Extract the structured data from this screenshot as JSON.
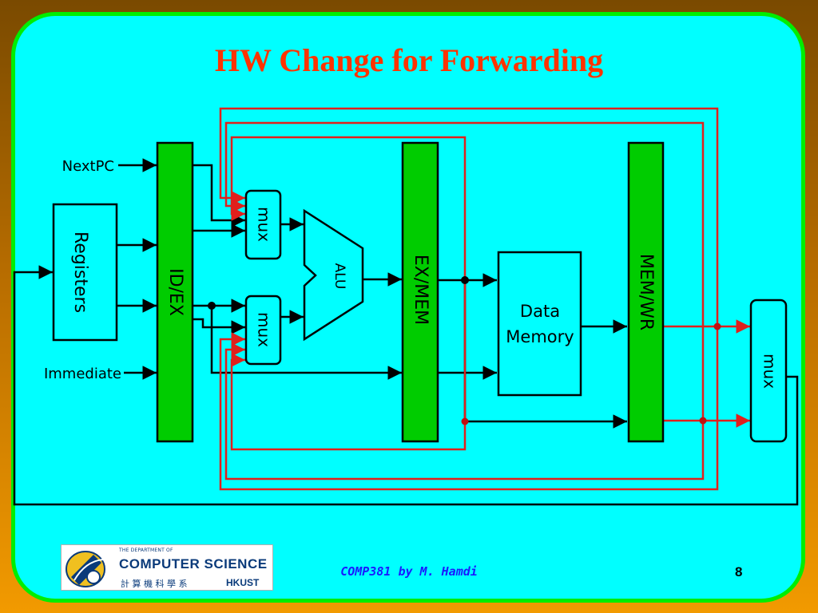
{
  "slide": {
    "title": "HW Change for Forwarding",
    "footer": "COMP381 by M. Hamdi",
    "page_number": "8"
  },
  "diagram": {
    "registers": "Registers",
    "id_ex": "ID/EX",
    "ex_mem": "EX/MEM",
    "mem_wr": "MEM/WR",
    "mux_a": "mux",
    "mux_b": "mux",
    "mux_wb": "mux",
    "alu": "ALU",
    "data_memory_line1": "Data",
    "data_memory_line2": "Memory",
    "nextpc": "NextPC",
    "immediate": "Immediate"
  },
  "logo": {
    "dept": "THE DEPARTMENT OF",
    "name": "COMPUTER SCIENCE",
    "chinese": "計 算 機 科 學 系",
    "school": "HKUST"
  },
  "colors": {
    "pipeline_register": "#00cc00",
    "forwarding_path": "#e0201c",
    "background": "#00ffff"
  }
}
